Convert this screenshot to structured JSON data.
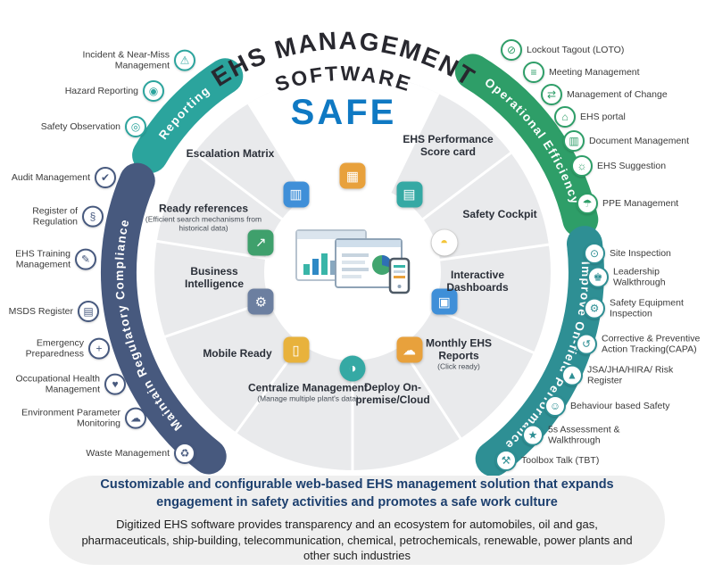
{
  "header": {
    "title_line1": "EHS MANAGEMENT",
    "title_line2": "SOFTWARE",
    "brand": "SAFE",
    "brand_color": "#0F79C3"
  },
  "categories": [
    {
      "name": "Reporting",
      "color": "#2BA49D",
      "items": [
        {
          "label": "Incident & Near-Miss Management",
          "icon": "⚠"
        },
        {
          "label": "Hazard Reporting",
          "icon": "◉"
        },
        {
          "label": "Safety Observation",
          "icon": "◎"
        }
      ]
    },
    {
      "name": "Maintain Regulatory Compliance",
      "color": "#47597E",
      "items": [
        {
          "label": "Audit Management",
          "icon": "✔"
        },
        {
          "label": "Register of Regulation",
          "icon": "§"
        },
        {
          "label": "EHS Training Management",
          "icon": "✎"
        },
        {
          "label": "MSDS Register",
          "icon": "▤"
        },
        {
          "label": "Emergency Preparedness",
          "icon": "+"
        },
        {
          "label": "Occupational Health Management",
          "icon": "♥"
        },
        {
          "label": "Environment Parameter Monitoring",
          "icon": "☁"
        },
        {
          "label": "Waste Management",
          "icon": "♻"
        }
      ]
    },
    {
      "name": "Operational Efficiency",
      "color": "#2E9E68",
      "items": [
        {
          "label": "Lockout Tagout (LOTO)",
          "icon": "⊘"
        },
        {
          "label": "Meeting Management",
          "icon": "≡"
        },
        {
          "label": "Management of Change",
          "icon": "⇄"
        },
        {
          "label": "EHS portal",
          "icon": "⌂"
        },
        {
          "label": "Document Management",
          "icon": "▥"
        },
        {
          "label": "EHS Suggestion",
          "icon": "☼"
        },
        {
          "label": "PPE Management",
          "icon": "☂"
        }
      ]
    },
    {
      "name": "Improve On-field Performance",
      "color": "#2E8F94",
      "items": [
        {
          "label": "Site Inspection",
          "icon": "⊙"
        },
        {
          "label": "Leadership Walkthrough",
          "icon": "♚"
        },
        {
          "label": "Safety Equipment Inspection",
          "icon": "⚙"
        },
        {
          "label": "Corrective & Preventive Action Tracking(CAPA)",
          "icon": "↺"
        },
        {
          "label": "JSA/JHA/HIRA/ Risk Register",
          "icon": "▲"
        },
        {
          "label": "Behaviour based Safety",
          "icon": "☺"
        },
        {
          "label": "5s Assessment & Walkthrough",
          "icon": "★"
        },
        {
          "label": "Toolbox Talk (TBT)",
          "icon": "⚒"
        }
      ]
    }
  ],
  "features": [
    {
      "title": "Escalation Matrix",
      "subtitle": ""
    },
    {
      "title": "EHS Performance Score card",
      "subtitle": ""
    },
    {
      "title": "Ready references",
      "subtitle": "(Efficient search mechanisms from historical data)"
    },
    {
      "title": "Safety Cockpit",
      "subtitle": ""
    },
    {
      "title": "Business Intelligence",
      "subtitle": ""
    },
    {
      "title": "Interactive Dashboards",
      "subtitle": ""
    },
    {
      "title": "Mobile Ready",
      "subtitle": ""
    },
    {
      "title": "Monthly EHS Reports",
      "subtitle": "(Click ready)"
    },
    {
      "title": "Centralize Management",
      "subtitle": "(Manage multiple plant's data)"
    },
    {
      "title": "Deploy On-premise/Cloud",
      "subtitle": ""
    }
  ],
  "ring": [
    {
      "name": "calculator-icon",
      "glyph": "▦",
      "bg": "#E8A13C"
    },
    {
      "name": "report-icon",
      "glyph": "▤",
      "bg": "#35A9A4"
    },
    {
      "name": "hardhat-icon",
      "glyph": "◓",
      "bg": "#FFFFFF",
      "fg": "#F3C53A",
      "round": true
    },
    {
      "name": "dashboard-icon",
      "glyph": "▣",
      "bg": "#3F8FD8"
    },
    {
      "name": "cloud-icon",
      "glyph": "☁",
      "bg": "#E8A13C"
    },
    {
      "name": "globe-icon",
      "glyph": "◑",
      "bg": "#35A9A4",
      "round": true
    },
    {
      "name": "mobile-icon",
      "glyph": "▯",
      "bg": "#E8B23C"
    },
    {
      "name": "gears-icon",
      "glyph": "⚙",
      "bg": "#6C7FA0"
    },
    {
      "name": "growth-chart-icon",
      "glyph": "↗",
      "bg": "#3FA06C"
    },
    {
      "name": "bar-chart-icon",
      "glyph": "▥",
      "bg": "#3F8FD8"
    }
  ],
  "footer": {
    "headline": "Customizable and configurable web-based EHS management solution that expands engagement in safety activities and promotes a safe work culture",
    "body": "Digitized EHS software provides transparency and an ecosystem for automobiles, oil and gas, pharmaceuticals, ship-building, telecommunication, chemical, petrochemicals, renewable, power plants and other such industries"
  }
}
